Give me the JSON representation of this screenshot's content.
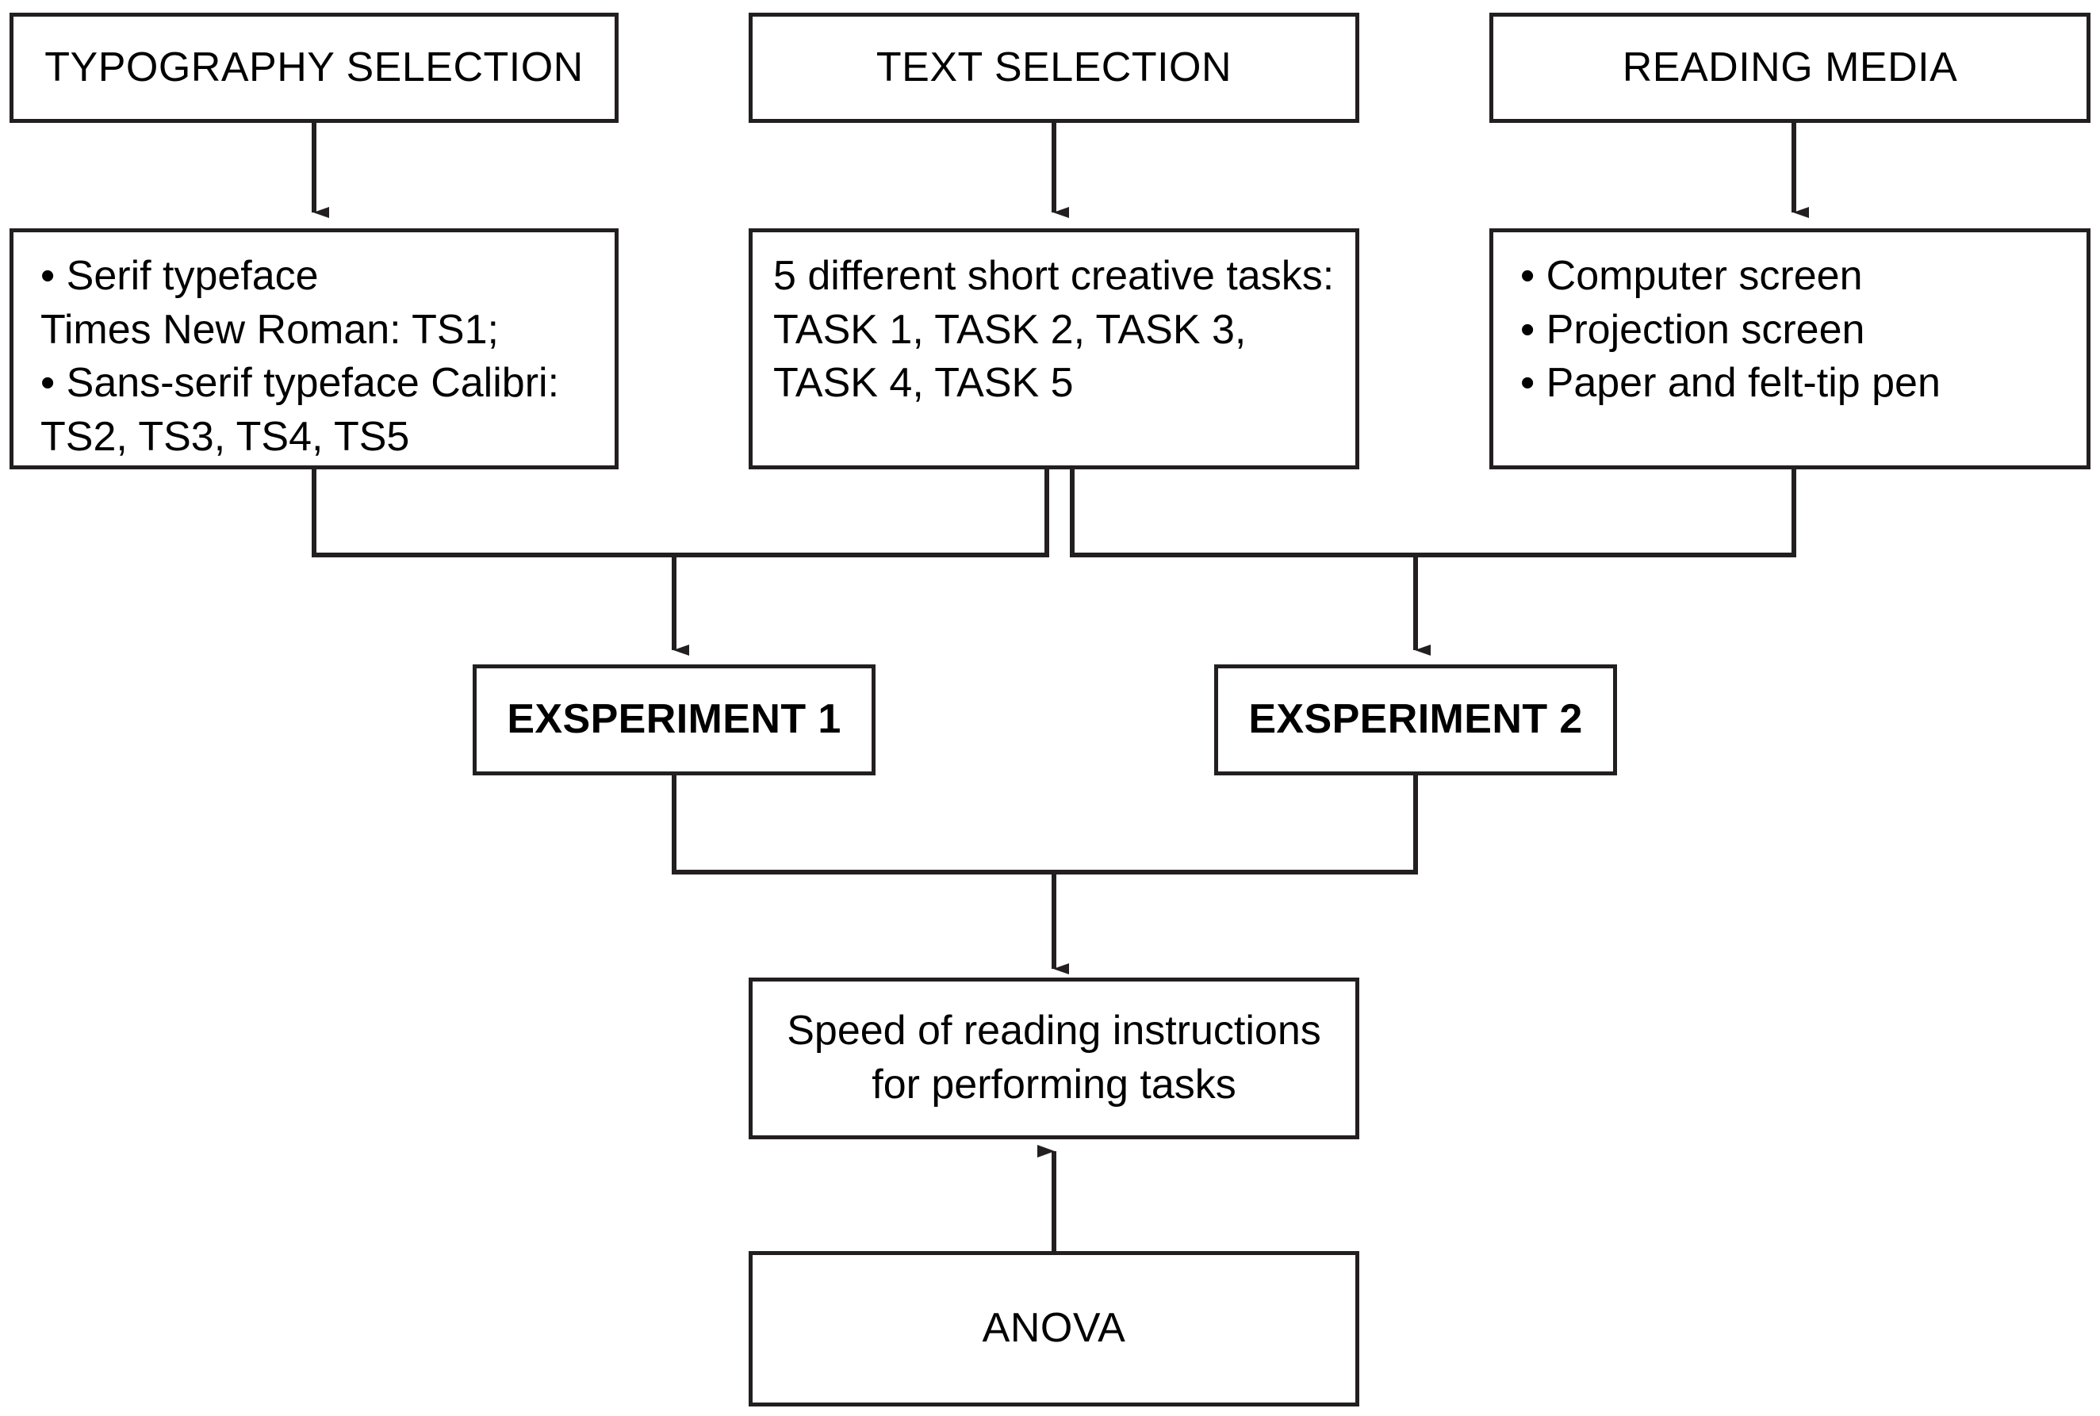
{
  "diagram": {
    "title": "Research design flowchart",
    "stroke_color": "#231f20",
    "background_color": "#ffffff",
    "nodes": {
      "typography_selection": {
        "label": "TYPOGRAPHY SELECTION"
      },
      "text_selection": {
        "label": "TEXT SELECTION"
      },
      "reading_media": {
        "label": "READING MEDIA"
      },
      "typography_detail": {
        "label": "• Serif typeface\nTimes New Roman: TS1;\n• Sans-serif typeface Calibri:\nTS2, TS3, TS4, TS5"
      },
      "text_detail": {
        "label": "5 different short creative tasks:\nTASK 1, TASK 2, TASK 3,\nTASK 4, TASK 5"
      },
      "media_detail": {
        "label": "• Computer screen\n• Projection screen\n• Paper and felt-tip pen"
      },
      "experiment_1": {
        "label": "EXSPERIMENT 1"
      },
      "experiment_2": {
        "label": "EXSPERIMENT 2"
      },
      "outcome": {
        "label": "Speed of reading instructions\nfor performing tasks"
      },
      "anova": {
        "label": "ANOVA"
      }
    },
    "edges": [
      {
        "from": "typography_selection",
        "to": "typography_detail",
        "direction": "down"
      },
      {
        "from": "text_selection",
        "to": "text_detail",
        "direction": "down"
      },
      {
        "from": "reading_media",
        "to": "media_detail",
        "direction": "down"
      },
      {
        "from": "typography_detail",
        "to": "experiment_1",
        "direction": "down"
      },
      {
        "from": "text_detail",
        "to": "experiment_1",
        "direction": "down"
      },
      {
        "from": "text_detail",
        "to": "experiment_2",
        "direction": "down"
      },
      {
        "from": "media_detail",
        "to": "experiment_2",
        "direction": "down"
      },
      {
        "from": "experiment_1",
        "to": "outcome",
        "direction": "down"
      },
      {
        "from": "experiment_2",
        "to": "outcome",
        "direction": "down"
      },
      {
        "from": "anova",
        "to": "outcome",
        "direction": "up"
      }
    ]
  }
}
